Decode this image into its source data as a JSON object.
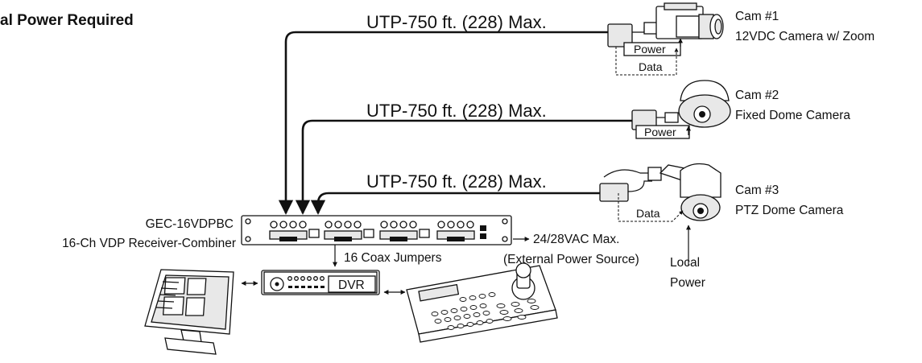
{
  "title": "al Power Required",
  "cables": [
    {
      "label": "UTP-750 ft. (228) Max."
    },
    {
      "label": "UTP-750 ft. (228) Max."
    },
    {
      "label": "UTP-750 ft. (228) Max."
    }
  ],
  "cameras": [
    {
      "id": "Cam #1",
      "desc": "12VDC Camera w/ Zoom",
      "power": "Power",
      "data": "Data"
    },
    {
      "id": "Cam #2",
      "desc": "Fixed Dome Camera",
      "power": "Power"
    },
    {
      "id": "Cam #3",
      "desc": "PTZ Dome Camera",
      "data": "Data"
    }
  ],
  "receiver": {
    "model": "GEC-16VDPBC",
    "desc": "16-Ch VDP Receiver-Combiner"
  },
  "power_supply": {
    "line1": "24/28VAC Max.",
    "line2": "(External Power Source)"
  },
  "jumpers": "16 Coax Jumpers",
  "local_power": {
    "line1": "Local",
    "line2": "Power"
  },
  "dvr": {
    "label": "DVR"
  }
}
